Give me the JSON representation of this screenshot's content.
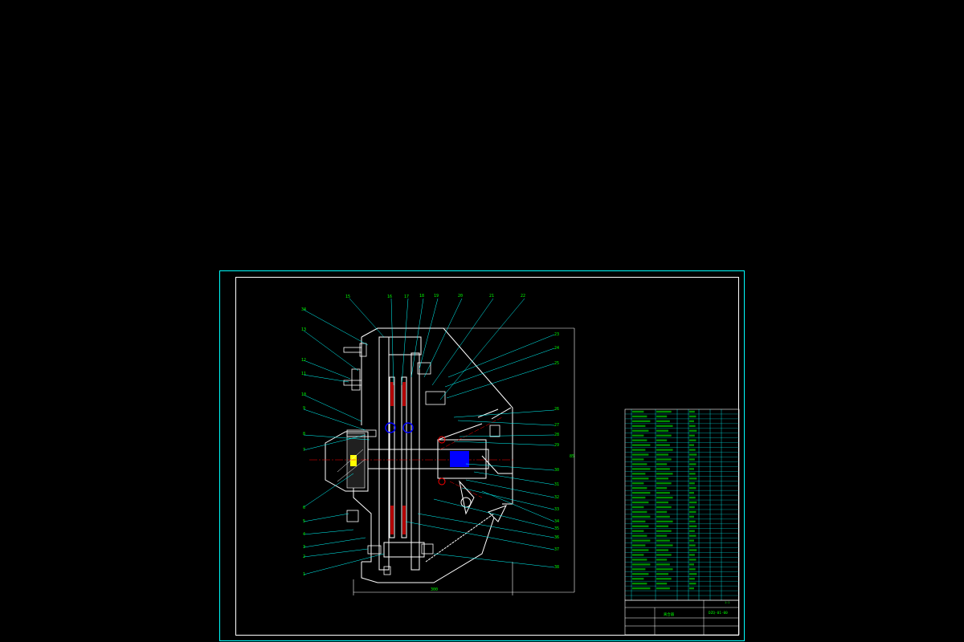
{
  "drawing": {
    "part_numbers_left": [
      "34",
      "13",
      "12",
      "11",
      "10",
      "9",
      "8",
      "7",
      "6",
      "5",
      "4",
      "3",
      "2",
      "1"
    ],
    "part_numbers_top": [
      "15",
      "16",
      "17",
      "18",
      "19",
      "20",
      "21",
      "22"
    ],
    "part_numbers_right": [
      "23",
      "24",
      "25",
      "26",
      "27",
      "28",
      "29",
      "30",
      "31",
      "32",
      "33",
      "34",
      "35",
      "36",
      "37",
      "38"
    ],
    "dimension_bottom": "300",
    "dimension_right": "85"
  },
  "title_block": {
    "drawing_name": "离合器",
    "drawing_number": "DZQ-01-00",
    "scale_note": "1:1"
  },
  "colors": {
    "background": "#000000",
    "frame": "#00ffff",
    "outline": "#ffffff",
    "annotation": "#00ff00",
    "centerline": "#ff0000",
    "highlight": "#0000ff",
    "accent": "#ffff00"
  }
}
